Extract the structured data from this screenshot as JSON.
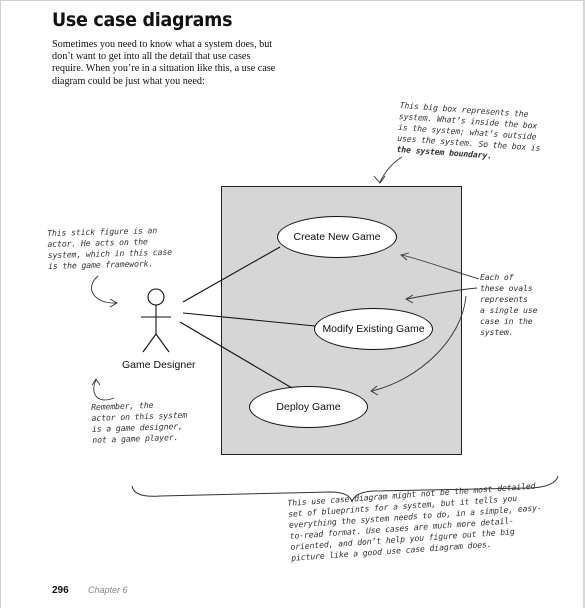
{
  "title": "Use case diagrams",
  "intro": "Sometimes you need to know what a system does, but don’t want to get into all the detail that use cases require. When you’re in a situation like this, a use case diagram could be just what you need:",
  "annotations": {
    "system_boundary": [
      "This big box represents the",
      "system. What’s inside the box",
      "is the system; what’s outside",
      "uses the system. So the box is",
      "the system boundary."
    ],
    "actor": [
      "This stick figure is an",
      "actor. He acts on the",
      "system, which in this case",
      "is the game framework."
    ],
    "ovals": [
      "Each of",
      "these ovals",
      "represents",
      "a single use",
      "case in the",
      "system."
    ],
    "remember": [
      "Remember, the",
      "actor on this system",
      "is a game designer,",
      "not a game player."
    ],
    "bottom": [
      "This use case diagram might not be the most detailed",
      "set of blueprints for a system, but it tells you",
      "everything the system needs to do, in a simple, easy-",
      "to-read format. Use cases are much more detail-",
      "oriented, and don’t help you figure out the big",
      "picture like a good use case diagram does."
    ]
  },
  "diagram": {
    "actor": "Game Designer",
    "use_cases": [
      "Create New Game",
      "Modify Existing Game",
      "Deploy Game"
    ]
  },
  "footer": {
    "page_number": "296",
    "chapter": "Chapter 6"
  }
}
